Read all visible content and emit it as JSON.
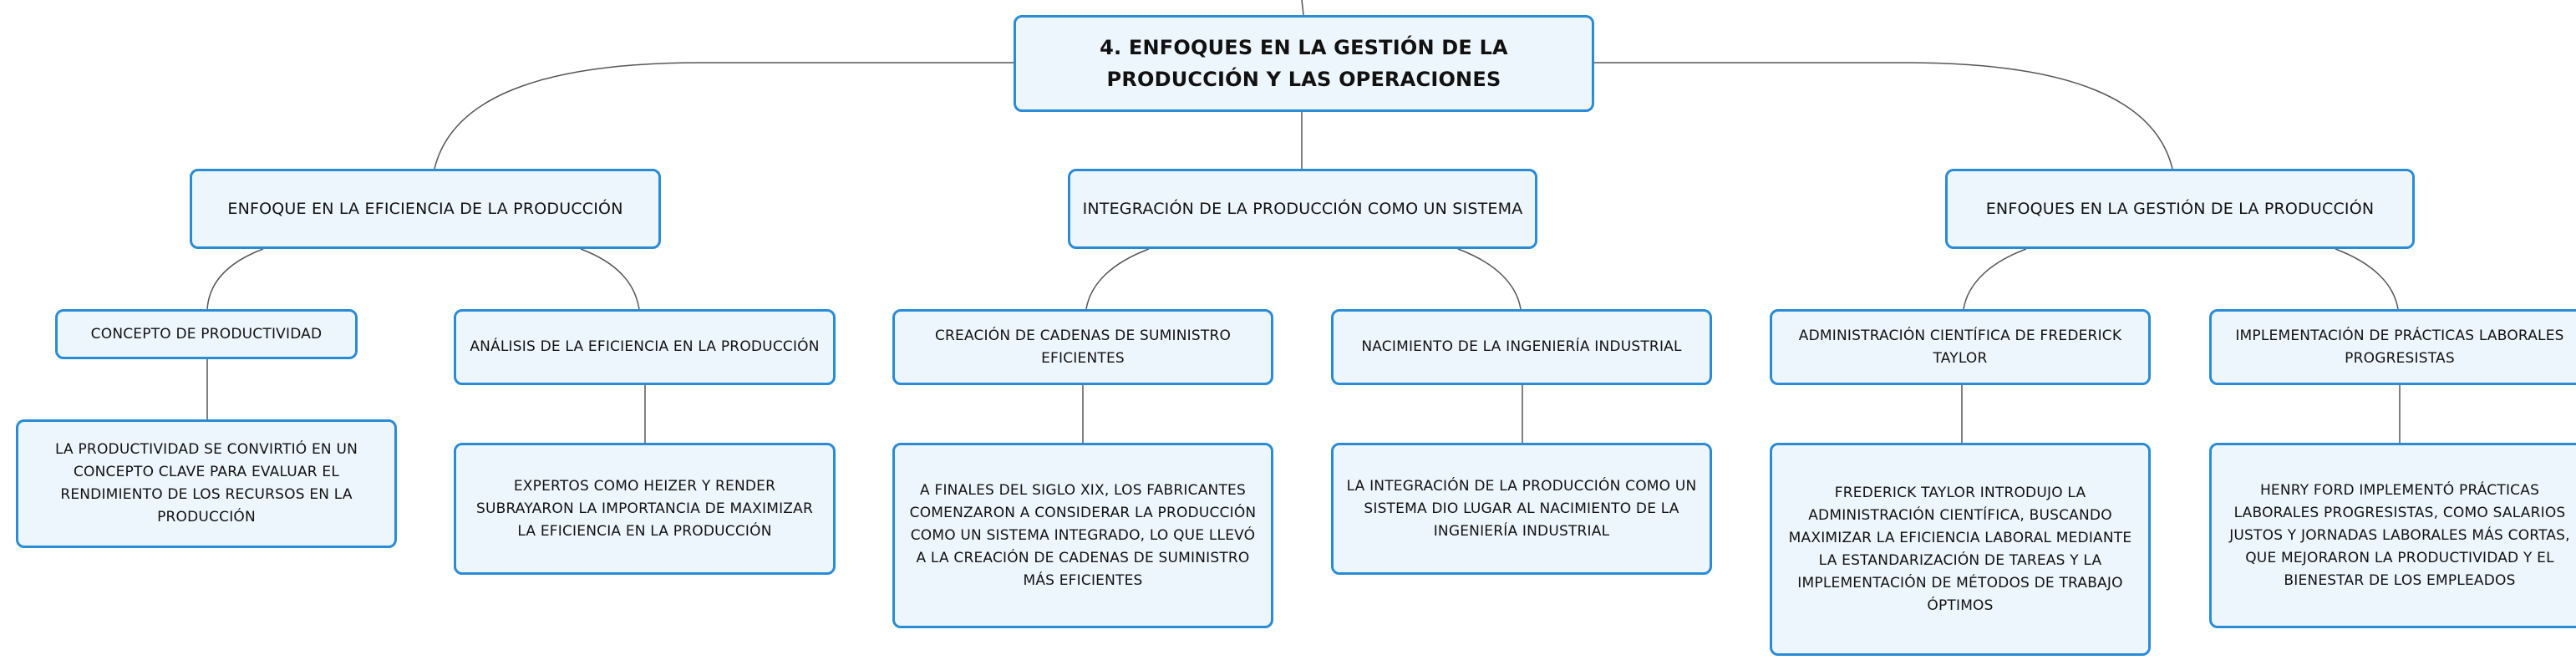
{
  "root": {
    "label": "4. ENFOQUES EN LA GESTIÓN DE LA PRODUCCIÓN Y LAS OPERACIONES"
  },
  "branches": [
    {
      "label": "ENFOQUE EN LA EFICIENCIA DE LA PRODUCCIÓN",
      "children": [
        {
          "label": "CONCEPTO DE PRODUCTIVIDAD",
          "detail": "LA PRODUCTIVIDAD SE CONVIRTIÓ EN UN CONCEPTO CLAVE PARA EVALUAR EL RENDIMIENTO DE LOS RECURSOS EN LA PRODUCCIÓN"
        },
        {
          "label": "ANÁLISIS DE LA EFICIENCIA EN LA PRODUCCIÓN",
          "detail": "EXPERTOS COMO HEIZER Y RENDER SUBRAYARON LA IMPORTANCIA DE MAXIMIZAR LA EFICIENCIA EN LA PRODUCCIÓN"
        }
      ]
    },
    {
      "label": "INTEGRACIÓN DE LA PRODUCCIÓN COMO UN SISTEMA",
      "children": [
        {
          "label": "CREACIÓN DE CADENAS DE SUMINISTRO EFICIENTES",
          "detail": "A FINALES DEL SIGLO XIX, LOS FABRICANTES COMENZARON A CONSIDERAR LA PRODUCCIÓN COMO UN SISTEMA INTEGRADO, LO QUE LLEVÓ A LA CREACIÓN DE CADENAS DE SUMINISTRO MÁS EFICIENTES"
        },
        {
          "label": "NACIMIENTO DE LA INGENIERÍA INDUSTRIAL",
          "detail": "LA INTEGRACIÓN DE LA PRODUCCIÓN COMO UN SISTEMA DIO LUGAR AL NACIMIENTO DE LA INGENIERÍA INDUSTRIAL"
        }
      ]
    },
    {
      "label": "ENFOQUES EN LA GESTIÓN DE LA PRODUCCIÓN",
      "children": [
        {
          "label": "ADMINISTRACIÓN CIENTÍFICA DE FREDERICK TAYLOR",
          "detail": "FREDERICK TAYLOR INTRODUJO LA ADMINISTRACIÓN CIENTÍFICA, BUSCANDO MAXIMIZAR LA EFICIENCIA LABORAL MEDIANTE LA ESTANDARIZACIÓN DE TAREAS Y LA IMPLEMENTACIÓN DE MÉTODOS DE TRABAJO ÓPTIMOS"
        },
        {
          "label": "IMPLEMENTACIÓN DE PRÁCTICAS LABORALES PROGRESISTAS",
          "detail": "HENRY FORD IMPLEMENTÓ PRÁCTICAS LABORALES PROGRESISTAS, COMO SALARIOS JUSTOS Y JORNADAS LABORALES MÁS CORTAS, QUE MEJORARON LA PRODUCTIVIDAD Y EL BIENESTAR DE LOS EMPLEADOS"
        }
      ]
    }
  ],
  "colors": {
    "border": "#2a8bd6",
    "fill": "#eef6fd",
    "connector": "#555555"
  }
}
